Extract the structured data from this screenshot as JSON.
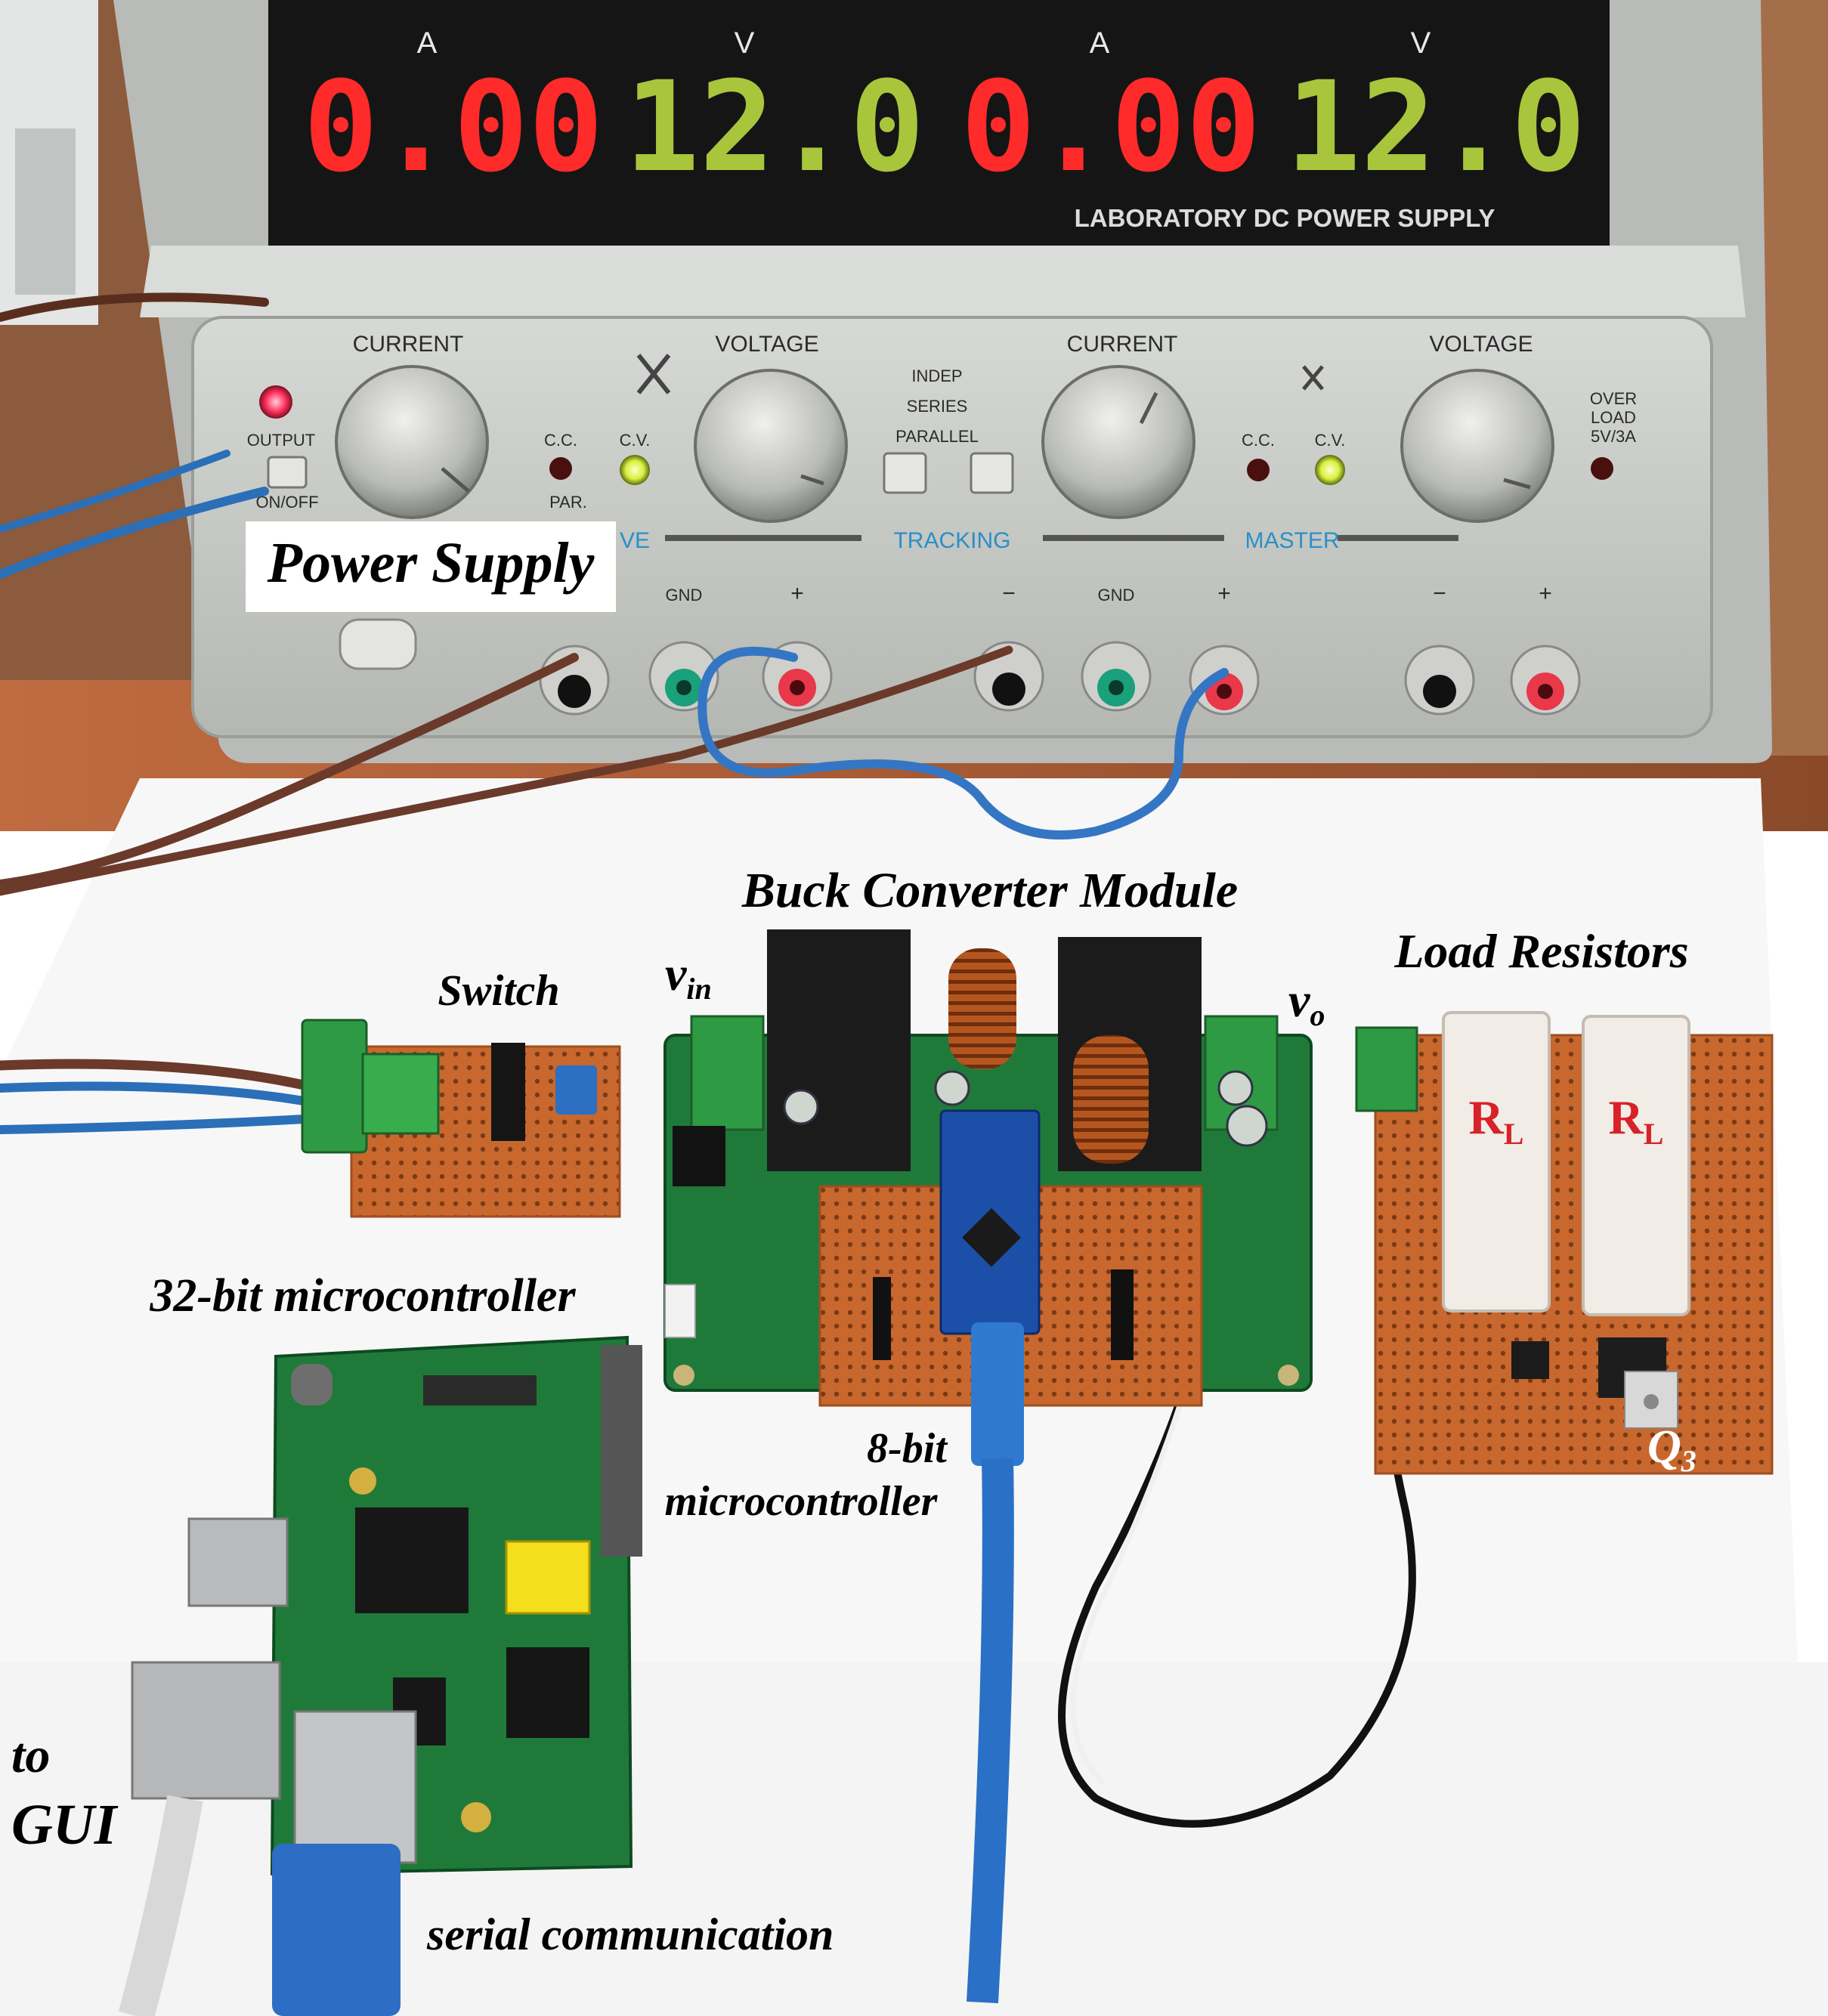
{
  "supply": {
    "col1_unit": "A",
    "col2_unit": "V",
    "col3_unit": "A",
    "col4_unit": "V",
    "reading1": "0.00",
    "reading2": "12.0",
    "reading3": "0.00",
    "reading4": "12.0",
    "title": "LABORATORY DC POWER SUPPLY",
    "knob_current_1": "CURRENT",
    "knob_voltage_1": "VOLTAGE",
    "knob_current_2": "CURRENT",
    "knob_voltage_2": "VOLTAGE",
    "output": "OUTPUT",
    "onoff": "ON/OFF",
    "cc1": "C.C.",
    "cv1": "C.V.",
    "par": "PAR.",
    "indep": "INDEP",
    "series": "SERIES",
    "parallel": "PARALLEL",
    "cc2": "C.C.",
    "cv2": "C.V.",
    "overload_1": "OVER",
    "overload_2": "LOAD",
    "overload_3": "5V/3A",
    "slave": "VE",
    "tracking": "TRACKING",
    "master": "MASTER",
    "gnd1": "GND",
    "plus1": "+",
    "minus2": "−",
    "gnd2": "GND",
    "plus2": "+",
    "minus3": "−",
    "plus3": "+"
  },
  "annotations": {
    "power_supply": "Power Supply",
    "buck": "Buck Converter Module",
    "switch": "Switch",
    "vin_main": "v",
    "vin_sub": "in",
    "vo_main": "v",
    "vo_sub": "o",
    "load": "Load Resistors",
    "mcu32": "32-bit microcontroller",
    "mcu8_line1": "8-bit",
    "mcu8_line2": "microcontroller",
    "q3_main": "Q",
    "q3_sub": "3",
    "rl1_main": "R",
    "rl1_sub": "L",
    "rl2_main": "R",
    "rl2_sub": "L",
    "to": "to",
    "gui": "GUI",
    "serial": "serial communication"
  },
  "colors": {
    "red_led": "#ff2a2a",
    "green_led": "#a9c53c",
    "panel": "#c9ccc8",
    "pcb_green": "#1f7a3a",
    "perfboard": "#c8682e"
  }
}
